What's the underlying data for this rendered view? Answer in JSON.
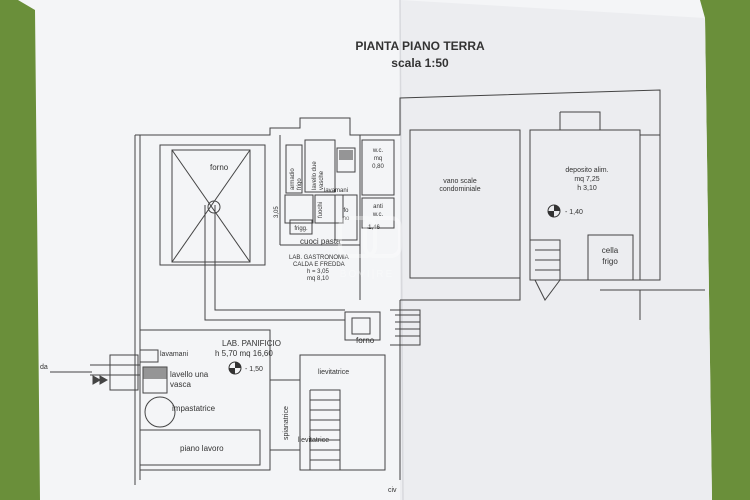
{
  "header": {
    "title": "PIANTA PIANO TERRA",
    "scale": "scala 1:50"
  },
  "watermark": {
    "text": "BOVI|RE"
  },
  "rooms": {
    "forno_main": "forno",
    "armadio_frigo": [
      "armadio",
      "frigo"
    ],
    "lavello_due_vasche": [
      "lavello due",
      "vasche"
    ],
    "wc_top": [
      "w.c.",
      "mq",
      "0,80"
    ],
    "lavamani_top": "lavamani",
    "fuochi": "fuochi",
    "dim_305": "3,05",
    "frigg": "frigg.",
    "forno_small": [
      "fo",
      "no"
    ],
    "anti_wc": [
      "anti",
      "w.c."
    ],
    "level_146": "1,46",
    "cuoci_pasta": "cuoci pasta",
    "lab_gastronomia": [
      "LAB. GASTRONOMIA",
      "CALDA E FREDDA",
      "h = 3,05",
      "mq 8,10"
    ],
    "vano_scale": [
      "vano scale",
      "condominiale"
    ],
    "deposito": [
      "deposito alim.",
      "mq 7,25",
      "h 3,10"
    ],
    "level_140": "- 1,40",
    "cella_frigo": [
      "cella",
      "frigo"
    ],
    "forno_lower": "forno",
    "lab_panificio": [
      "LAB. PANIFICIO",
      "h 5,70 mq 16,60"
    ],
    "level_150": "- 1,50",
    "lavamani_bottom": "lavamani",
    "lavello_una_vasca": [
      "lavello una",
      "vasca"
    ],
    "lievitatrice_1": "lievitatrice",
    "impastatrice": "impastatrice",
    "spianatrice": "spianatrice",
    "piano_lavoro": "piano lavoro",
    "lievitatrice_2": "lievitatrice",
    "entrance_label": "da",
    "bottom_label": "civ"
  }
}
